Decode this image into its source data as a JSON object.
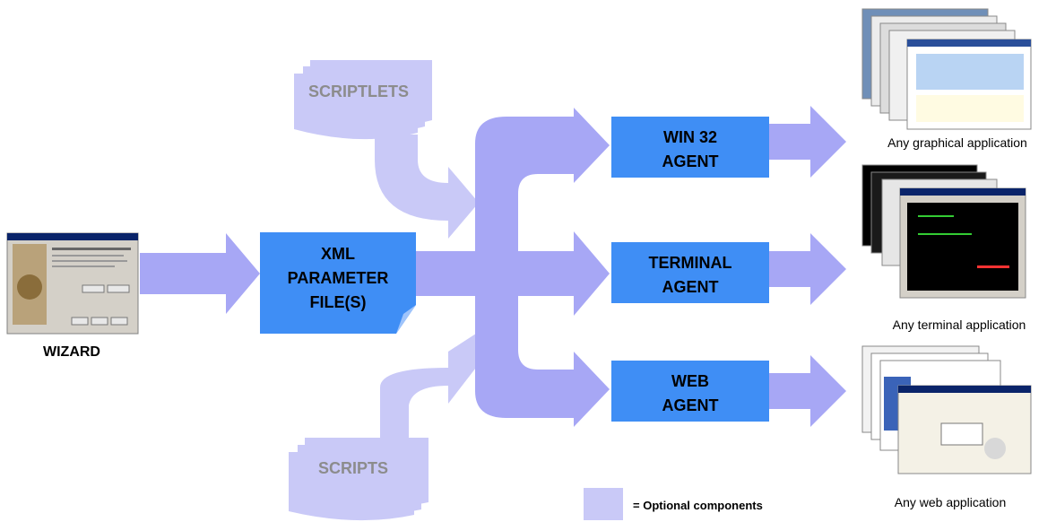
{
  "wizard": {
    "label": "WIZARD"
  },
  "xml_file": {
    "label_lines": [
      "XML",
      "PARAMETER",
      "FILE(S)"
    ]
  },
  "scriptlets": {
    "label": "SCRIPTLETS"
  },
  "scripts": {
    "label": "SCRIPTS"
  },
  "agents": [
    {
      "lines": [
        "WIN 32",
        "AGENT"
      ]
    },
    {
      "lines": [
        "TERMINAL",
        "AGENT"
      ]
    },
    {
      "lines": [
        "WEB",
        "AGENT"
      ]
    }
  ],
  "applications": [
    {
      "caption": "Any graphical application"
    },
    {
      "caption": "Any terminal application"
    },
    {
      "caption": "Any web application"
    }
  ],
  "legend": {
    "text": "= Optional components"
  },
  "colors": {
    "arrow": "#a7a7f5",
    "optional": "#c9c9f7",
    "box": "#3f8ef5",
    "box_text": "#000000",
    "optional_text": "#8c8c8c"
  }
}
